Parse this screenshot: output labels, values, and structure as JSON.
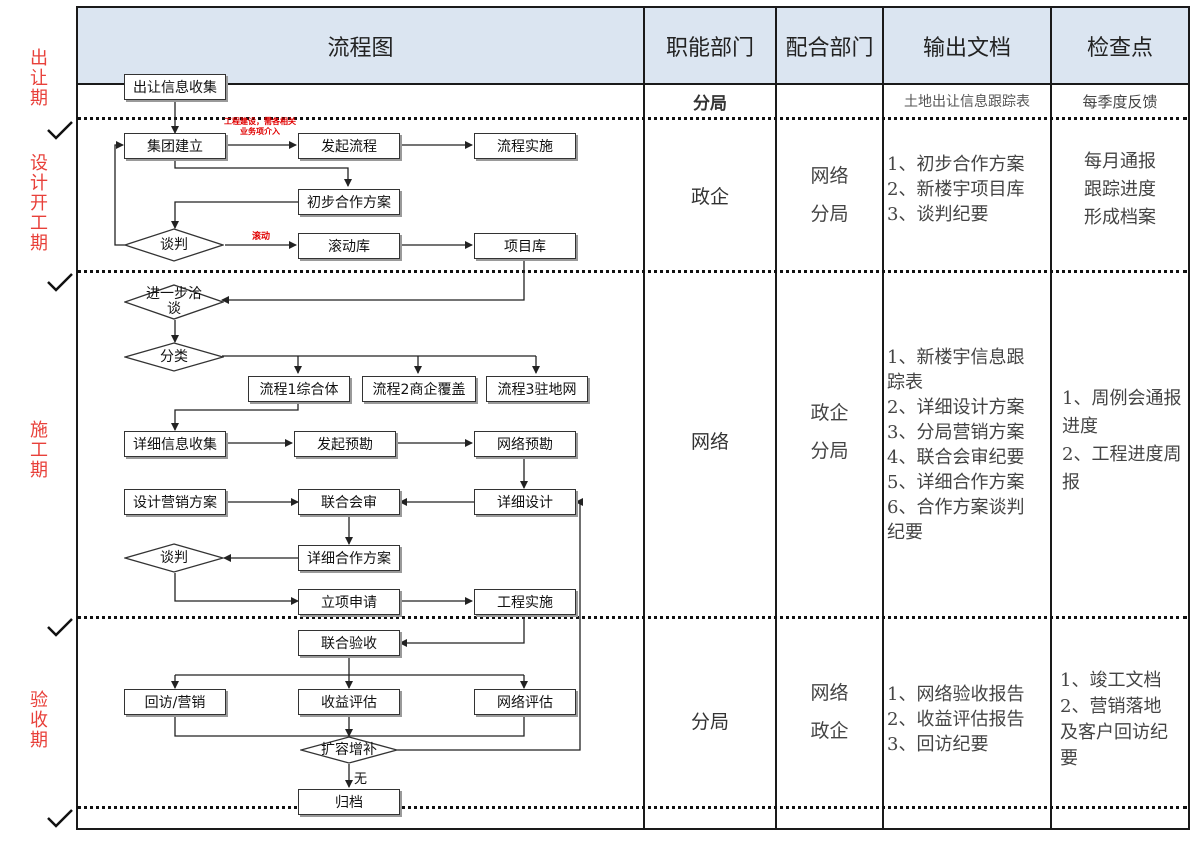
{
  "header": {
    "flowchart": "流程图",
    "functional_dept": "职能部门",
    "cooperating_dept": "配合部门",
    "output_docs": "输出文档",
    "checkpoints": "检查点"
  },
  "phases": [
    "出让期",
    "设计开工期",
    "施工期",
    "验收期"
  ],
  "rows": [
    {
      "dept": "分局",
      "coop": "",
      "docs": [
        "土地出让信息跟踪表"
      ],
      "checks": [
        "每季度反馈"
      ]
    },
    {
      "dept": "政企",
      "coop": [
        "网络",
        "分局"
      ],
      "docs": [
        "1、初步合作方案",
        "2、新楼宇项目库",
        "3、谈判纪要"
      ],
      "checks": [
        "每月通报",
        "跟踪进度",
        "形成档案"
      ]
    },
    {
      "dept": "网络",
      "coop": [
        "政企",
        "分局"
      ],
      "docs": [
        "1、新楼宇信息跟",
        "踪表",
        "2、详细设计方案",
        "3、分局营销方案",
        "4、联合会审纪要",
        "5、详细合作方案",
        "6、合作方案谈判",
        "纪要"
      ],
      "checks": [
        "1、周例会通报",
        "进度",
        "2、工程进度周",
        "报"
      ]
    },
    {
      "dept": "分局",
      "coop": [
        "网络",
        "政企"
      ],
      "docs": [
        "1、网络验收报告",
        "2、收益评估报告",
        "3、回访纪要"
      ],
      "checks": [
        "1、竣工文档",
        "2、营销落地",
        "及客户回访纪",
        "要"
      ]
    }
  ],
  "flow": {
    "nodes": {
      "collect": "出让信息收集",
      "group_setup": "集团建立",
      "launch": "发起流程",
      "implement": "流程实施",
      "prelim": "初步合作方案",
      "negotiate1": "谈判",
      "rolling": "滚动库",
      "project_lib": "项目库",
      "further": "进一步洽谈",
      "classify": "分类",
      "flow1": "流程1综合体",
      "flow2": "流程2商企覆盖",
      "flow3": "流程3驻地网",
      "detail_collect": "详细信息收集",
      "start_survey": "发起预勘",
      "net_survey": "网络预勘",
      "design_marketing": "设计营销方案",
      "joint_review": "联合会审",
      "detail_design": "详细设计",
      "negotiate2": "谈判",
      "detail_coop": "详细合作方案",
      "approval": "立项申请",
      "construction": "工程实施",
      "joint_accept": "联合验收",
      "revisit": "回访/营销",
      "revenue_eval": "收益评估",
      "net_eval": "网络评估",
      "expand": "扩容增补",
      "archive": "归档"
    },
    "labels": {
      "red_note_1": "工程建设，需各相关业务项介入",
      "red_note_2": "滚动",
      "none": "无"
    }
  }
}
